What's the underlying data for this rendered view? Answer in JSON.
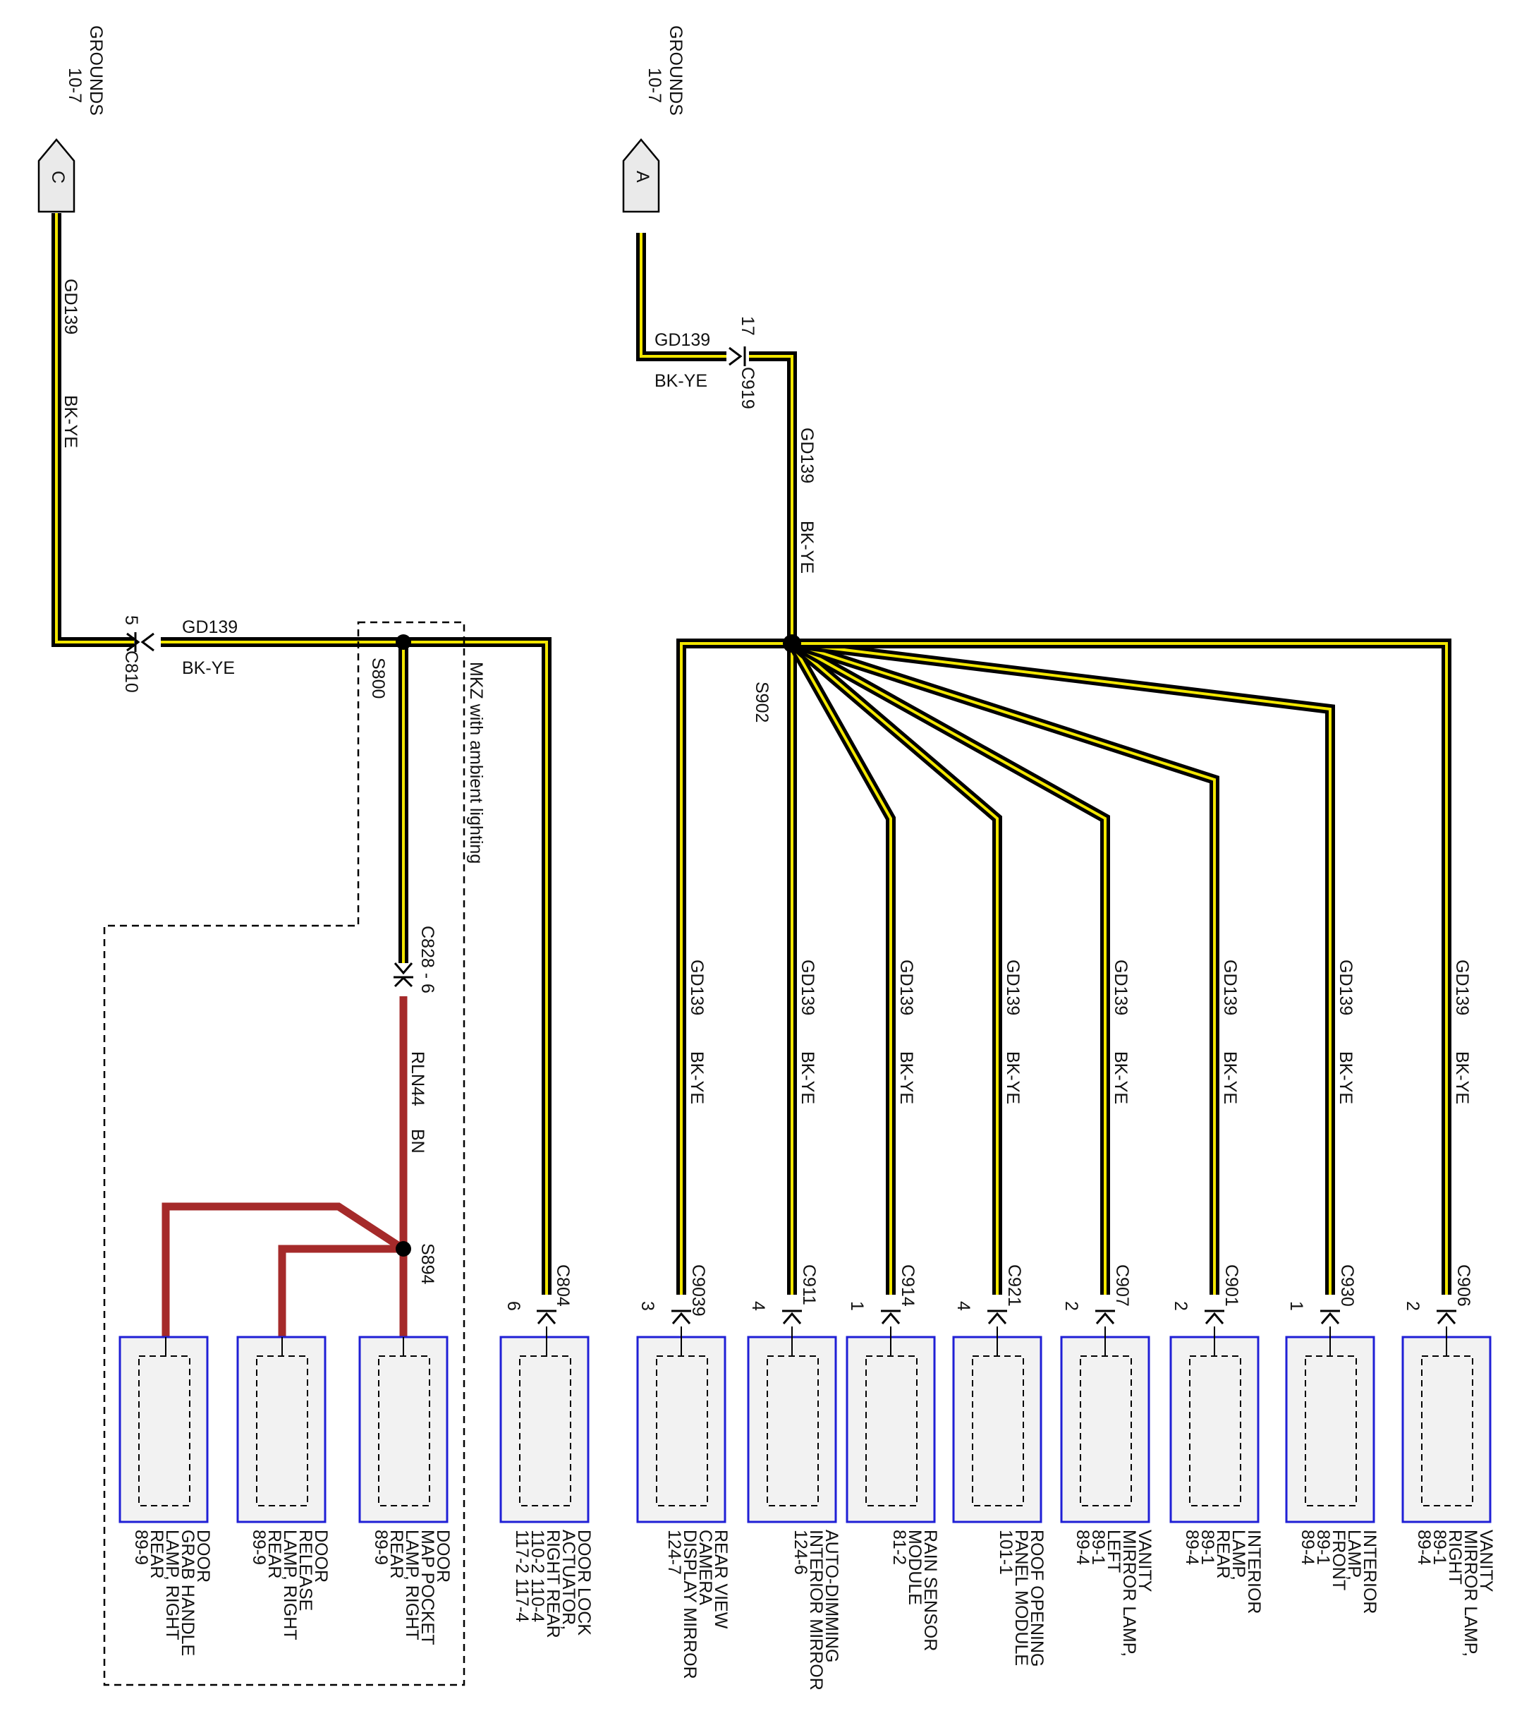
{
  "refs": {
    "left": {
      "title": "GROUNDS",
      "page": "10-7",
      "letter": "C"
    },
    "right": {
      "title": "GROUNDS",
      "page": "10-7",
      "letter": "A"
    }
  },
  "colors": {
    "wire_yellow": "#f2e600",
    "wire_black": "#000000",
    "wire_brown": "#a52a2a",
    "component_border": "#1f1fd6",
    "component_fill": "#f2f2f2"
  },
  "left": {
    "wire_main": {
      "circuit": "GD139",
      "color": "BK-YE"
    },
    "c810": {
      "name": "C810",
      "pin": "5"
    },
    "c810_wire": {
      "circuit": "GD139",
      "color": "BK-YE"
    },
    "s800": "S800",
    "option_label": "MKZ with ambient lighting",
    "c828": "C828 - 6",
    "rln_wire": {
      "circuit": "RLN44",
      "color": "BN"
    },
    "s894": "S894",
    "c804": {
      "name": "C804",
      "pin": "6"
    },
    "components": [
      {
        "lines": [
          "DOOR",
          "GRAB HANDLE",
          "LAMP, RIGHT",
          "REAR",
          "89-9"
        ]
      },
      {
        "lines": [
          "DOOR",
          "RELEASE",
          "LAMP, RIGHT",
          "REAR",
          "89-9"
        ]
      },
      {
        "lines": [
          "DOOR",
          "MAP POCKET",
          "LAMP, RIGHT",
          "REAR",
          "89-9"
        ]
      },
      {
        "lines": [
          "DOOR LOCK",
          "ACTUATOR,",
          "RIGHT REAR",
          "110-2    110-4",
          "117-2    117-4"
        ]
      }
    ]
  },
  "right": {
    "c919": {
      "name": "C919",
      "pin": "17"
    },
    "c919_wire": {
      "circuit": "GD139",
      "color": "BK-YE"
    },
    "trunk_wire": {
      "circuit": "GD139",
      "color": "BK-YE"
    },
    "s902": "S902",
    "branches": [
      {
        "circuit": "GD139",
        "color": "BK-YE",
        "connector": "C9039",
        "pin": "3",
        "lines": [
          "REAR VIEW",
          "CAMERA",
          "DISPLAY MIRROR",
          "124-7"
        ]
      },
      {
        "circuit": "GD139",
        "color": "BK-YE",
        "connector": "C911",
        "pin": "4",
        "lines": [
          "AUTO-DIMMING",
          "INTERIOR MIRROR",
          "124-6"
        ]
      },
      {
        "circuit": "GD139",
        "color": "BK-YE",
        "connector": "C914",
        "pin": "1",
        "lines": [
          "RAIN SENSOR",
          "MODULE",
          "81-2"
        ]
      },
      {
        "circuit": "GD139",
        "color": "BK-YE",
        "connector": "C921",
        "pin": "4",
        "lines": [
          "ROOF OPENING",
          "PANEL MODULE",
          "101-1"
        ]
      },
      {
        "circuit": "GD139",
        "color": "BK-YE",
        "connector": "C907",
        "pin": "2",
        "lines": [
          "VANITY",
          "MIRROR LAMP,",
          "LEFT",
          "89-1",
          "89-4"
        ]
      },
      {
        "circuit": "GD139",
        "color": "BK-YE",
        "connector": "C901",
        "pin": "2",
        "lines": [
          "INTERIOR",
          "LAMP,",
          "REAR",
          "89-1",
          "89-4"
        ]
      },
      {
        "circuit": "GD139",
        "color": "BK-YE",
        "connector": "C930",
        "pin": "1",
        "lines": [
          "INTERIOR",
          "LAMP,",
          "FRONT",
          "89-1",
          "89-4"
        ]
      },
      {
        "circuit": "GD139",
        "color": "BK-YE",
        "connector": "C906",
        "pin": "2",
        "lines": [
          "VANITY",
          "MIRROR LAMP,",
          "RIGHT",
          "89-1",
          "89-4"
        ]
      }
    ]
  }
}
